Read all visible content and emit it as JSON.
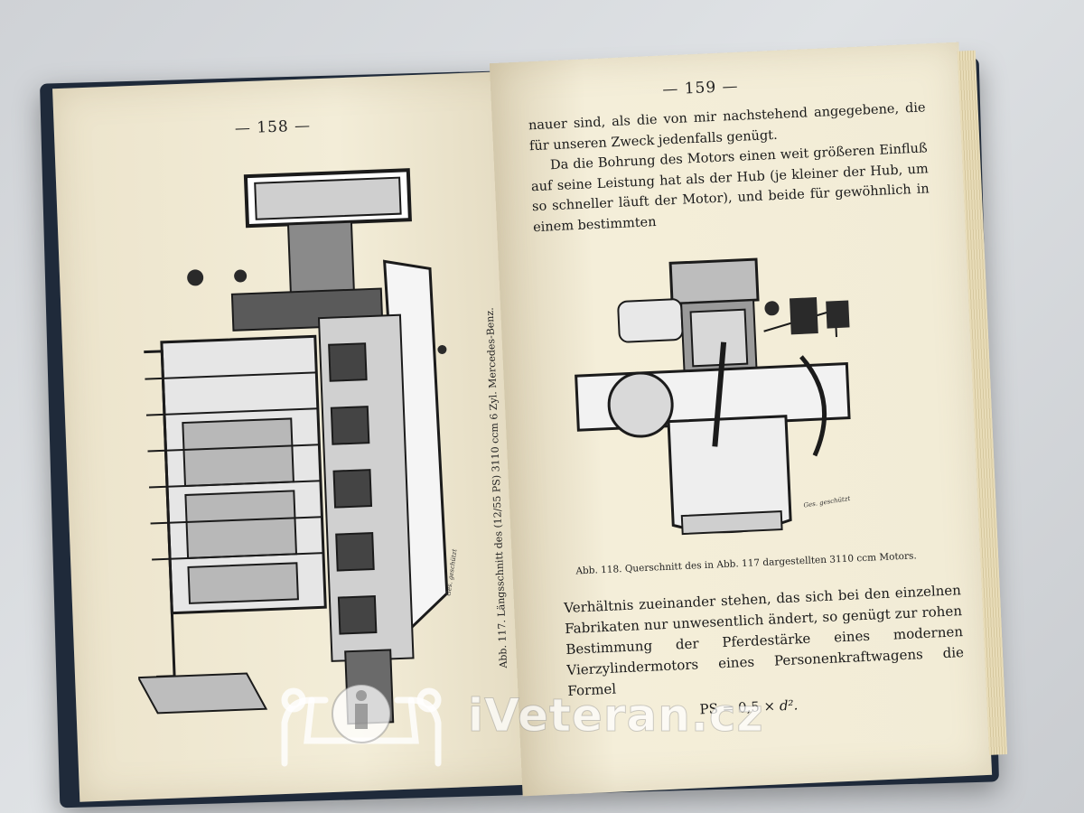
{
  "left_page": {
    "page_number": "— 158 —",
    "caption": "Abb. 117. Längsschnitt des (12/55 PS) 3110 ccm 6 Zyl. Mercedes-Benz.",
    "drawing_signature": "Ges. geschützt"
  },
  "right_page": {
    "page_number": "— 159 —",
    "paragraph_top": "nauer sind, als die von mir nachstehend angegebene, die für unseren Zweck jedenfalls genügt.",
    "paragraph_second": "Da die Bohrung des Motors einen weit größeren Einfluß auf seine Leistung hat als der Hub (je kleiner der Hub, um so schneller läuft der Motor), und beide für gewöhnlich in einem bestimmten",
    "caption": "Abb. 118. Querschnitt des in Abb. 117 dargestellten 3110 ccm Motors.",
    "drawing_signature": "Ges. geschützt",
    "paragraph_bottom": "Verhältnis zueinander stehen, das sich bei den einzelnen Fabrikaten nur unwesentlich ändert, so genügt zur rohen Bestimmung der Pferdestärke eines modernen Vierzylindermotors eines Personenkraftwagens die Formel",
    "formula_left": "PS = 0,5 × ",
    "formula_var": "d²."
  },
  "watermark": {
    "text": "iVeteran.cz",
    "logo_icon": "veteran-car-logo-icon"
  },
  "colors": {
    "paper": "#f1ead4",
    "ink": "#1a1a1a",
    "cover": "#1f2a3a",
    "background": "#d6d9dc"
  }
}
